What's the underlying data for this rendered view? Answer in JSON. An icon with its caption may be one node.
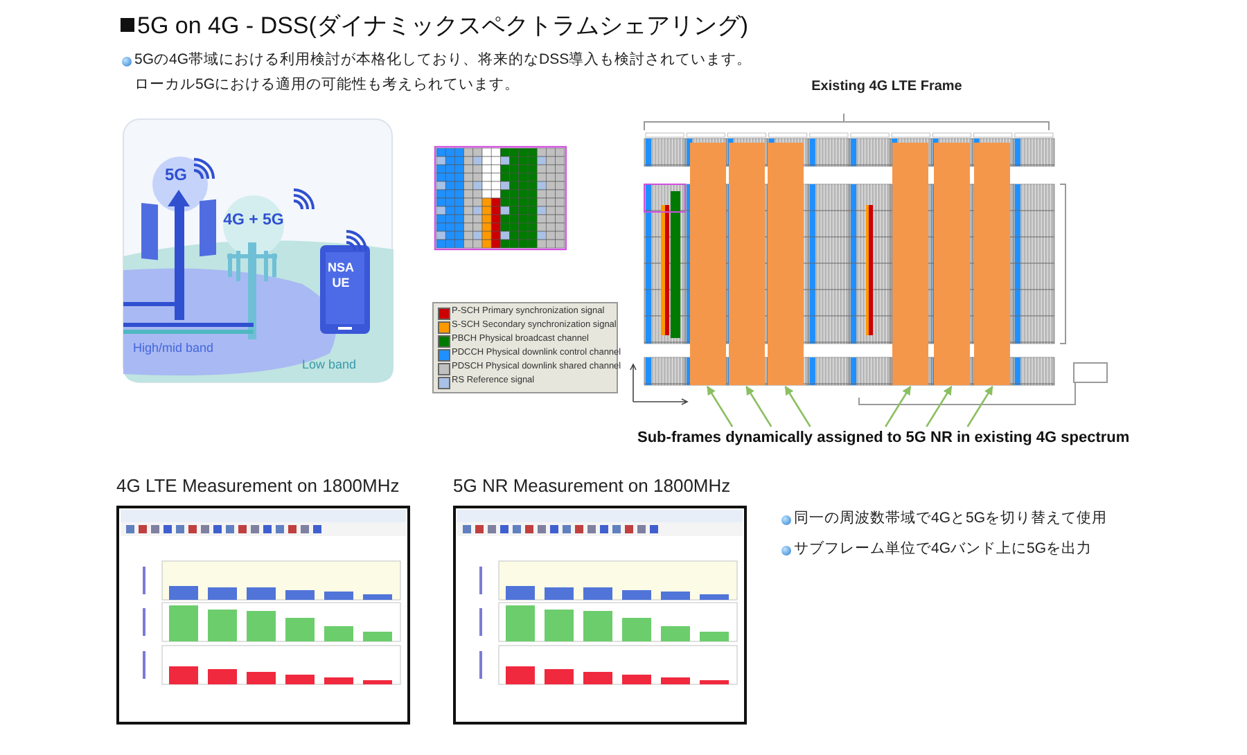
{
  "diagram": {
    "title": "5G on 4G - DSS(ダイナミックスペクトラムシェアリング)",
    "nodes": [
      {
        "text": [],
        "shape": "bar"
      },
      {
        "text": [],
        "shape": "bar"
      },
      {
        "text": [],
        "shape": "bar"
      },
      {
        "text": [],
        "shape": "bar"
      },
      {
        "text": [],
        "shape": "bar"
      },
      {
        "text": [],
        "shape": "bar"
      },
      {
        "text": [
          "Sub-frames dynamically assigned to 5G NR in existing 4G spectrum"
        ]
      }
    ],
    "edges": [
      {
        "from": 6,
        "to": 0,
        "arrow": "to"
      },
      {
        "from": 6,
        "to": 1,
        "arrow": "to"
      },
      {
        "from": 6,
        "to": 2,
        "arrow": "to"
      },
      {
        "from": 6,
        "to": 3,
        "arrow": "to"
      },
      {
        "from": 6,
        "to": 4,
        "arrow": "to"
      },
      {
        "from": 6,
        "to": 5,
        "arrow": "to"
      }
    ],
    "labels": [
      "5Gの4G帯域における利用検討が本格化しており、将来的なDSS導入も検討されています。",
      "ローカル5Gにおける適用の可能性も考えられています。",
      "Existing 4G LTE Frame",
      "5G",
      "4G + 5G",
      "NSA UE",
      "High/mid band",
      "Low band",
      "4G LTE Measurement on 1800MHz",
      "5G NR Measurement on 1800MHz",
      "同一の周波数帯域で4Gと5Gを切り替えて使用",
      "サブフレーム単位で4Gバンド上に5Gを出力"
    ],
    "legend": [
      {
        "text": "P-SCH Primary synchronization signal",
        "color": "#cc0000"
      },
      {
        "text": "S-SCH Secondary synchronization signal",
        "color": "#ff9900"
      },
      {
        "text": "PBCH Physical broadcast channel",
        "color": "#007a00"
      },
      {
        "text": "PDCCH Physical downlink control channel",
        "color": "#1e90ff"
      },
      {
        "text": "PDSCH Physical downlink shared channel",
        "color": "#c0c0c0"
      },
      {
        "text": "RS Reference signal",
        "color": "#a9c1e6"
      }
    ]
  }
}
